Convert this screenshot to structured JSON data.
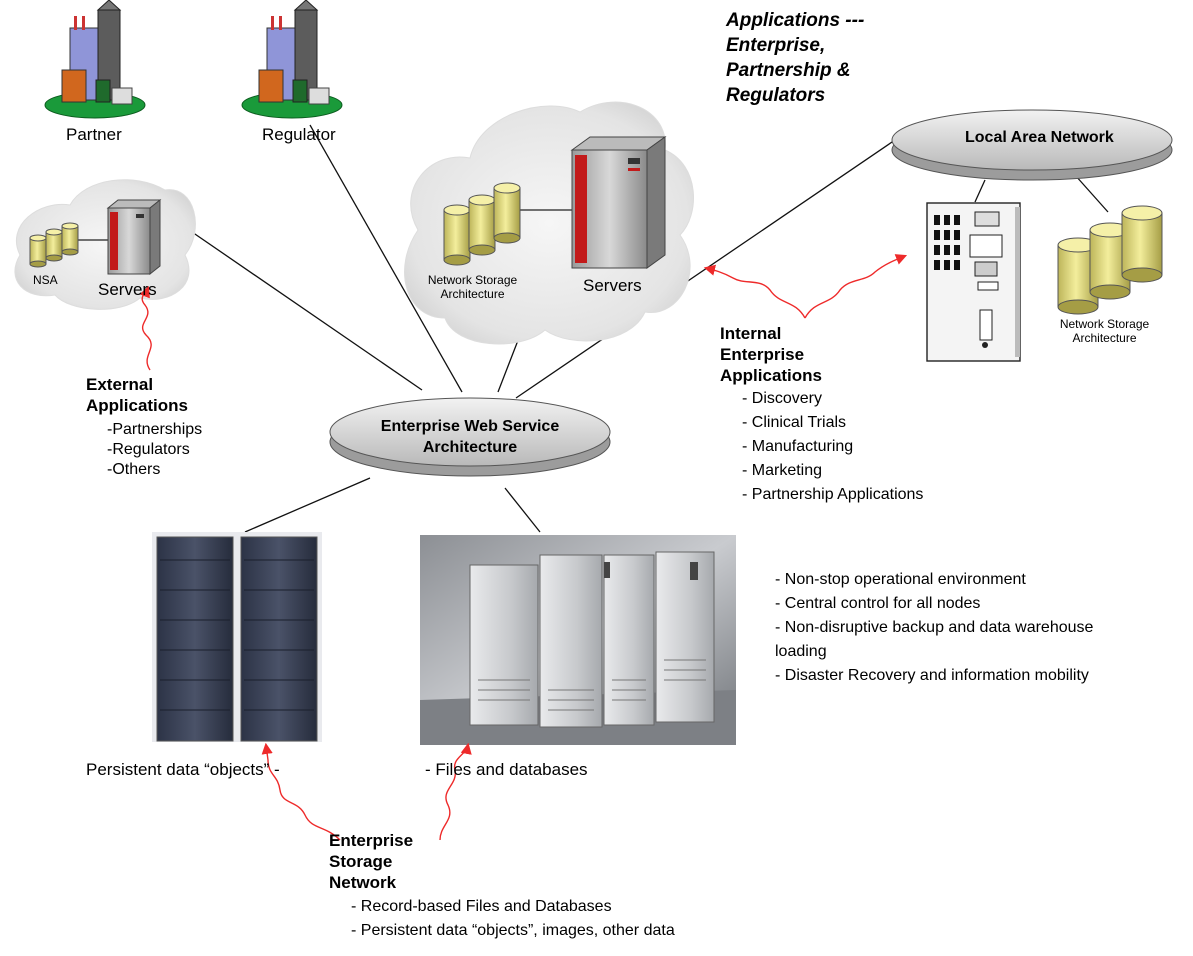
{
  "title": {
    "line1": "Applications ---",
    "line2": "Enterprise,",
    "line3": "Partnership &",
    "line4": "Regulators"
  },
  "nodes": {
    "partner": "Partner",
    "regulator": "Regulator",
    "lan": "Local Area Network",
    "ewsa_line1": "Enterprise Web Service",
    "ewsa_line2": "Architecture",
    "nsa_small": "NSA",
    "servers_left": "Servers",
    "servers_center": "Servers",
    "nsa_center_line1": "Network Storage",
    "nsa_center_line2": "Architecture",
    "nsa_right_line1": "Network Storage",
    "nsa_right_line2": "Architecture"
  },
  "external": {
    "heading_line1": "External",
    "heading_line2": "Applications",
    "items": [
      "-Partnerships",
      "-Regulators",
      "-Others"
    ]
  },
  "internal": {
    "heading_line1": "Internal",
    "heading_line2": "Enterprise",
    "heading_line3": "Applications",
    "items": [
      "- Discovery",
      "- Clinical Trials",
      "- Manufacturing",
      "- Marketing",
      "- Partnership Applications"
    ]
  },
  "storage_features": [
    "- Non-stop operational environment",
    "- Central control for all nodes",
    "- Non-disruptive backup and data warehouse",
    "loading",
    "- Disaster Recovery and information mobility"
  ],
  "captions": {
    "persistent": "Persistent data “objects” -",
    "files": "- Files and databases"
  },
  "esn": {
    "heading_line1": "Enterprise",
    "heading_line2": "Storage",
    "heading_line3": "Network",
    "items": [
      "- Record-based Files and Databases",
      "- Persistent data “objects”, images, other data"
    ]
  },
  "colors": {
    "arrow": "#ee2a2a",
    "cylinder": "#e9e27a",
    "ellipse": "#d6d6d6",
    "server_accent": "#c21a1a",
    "cloud": "#ececec"
  }
}
